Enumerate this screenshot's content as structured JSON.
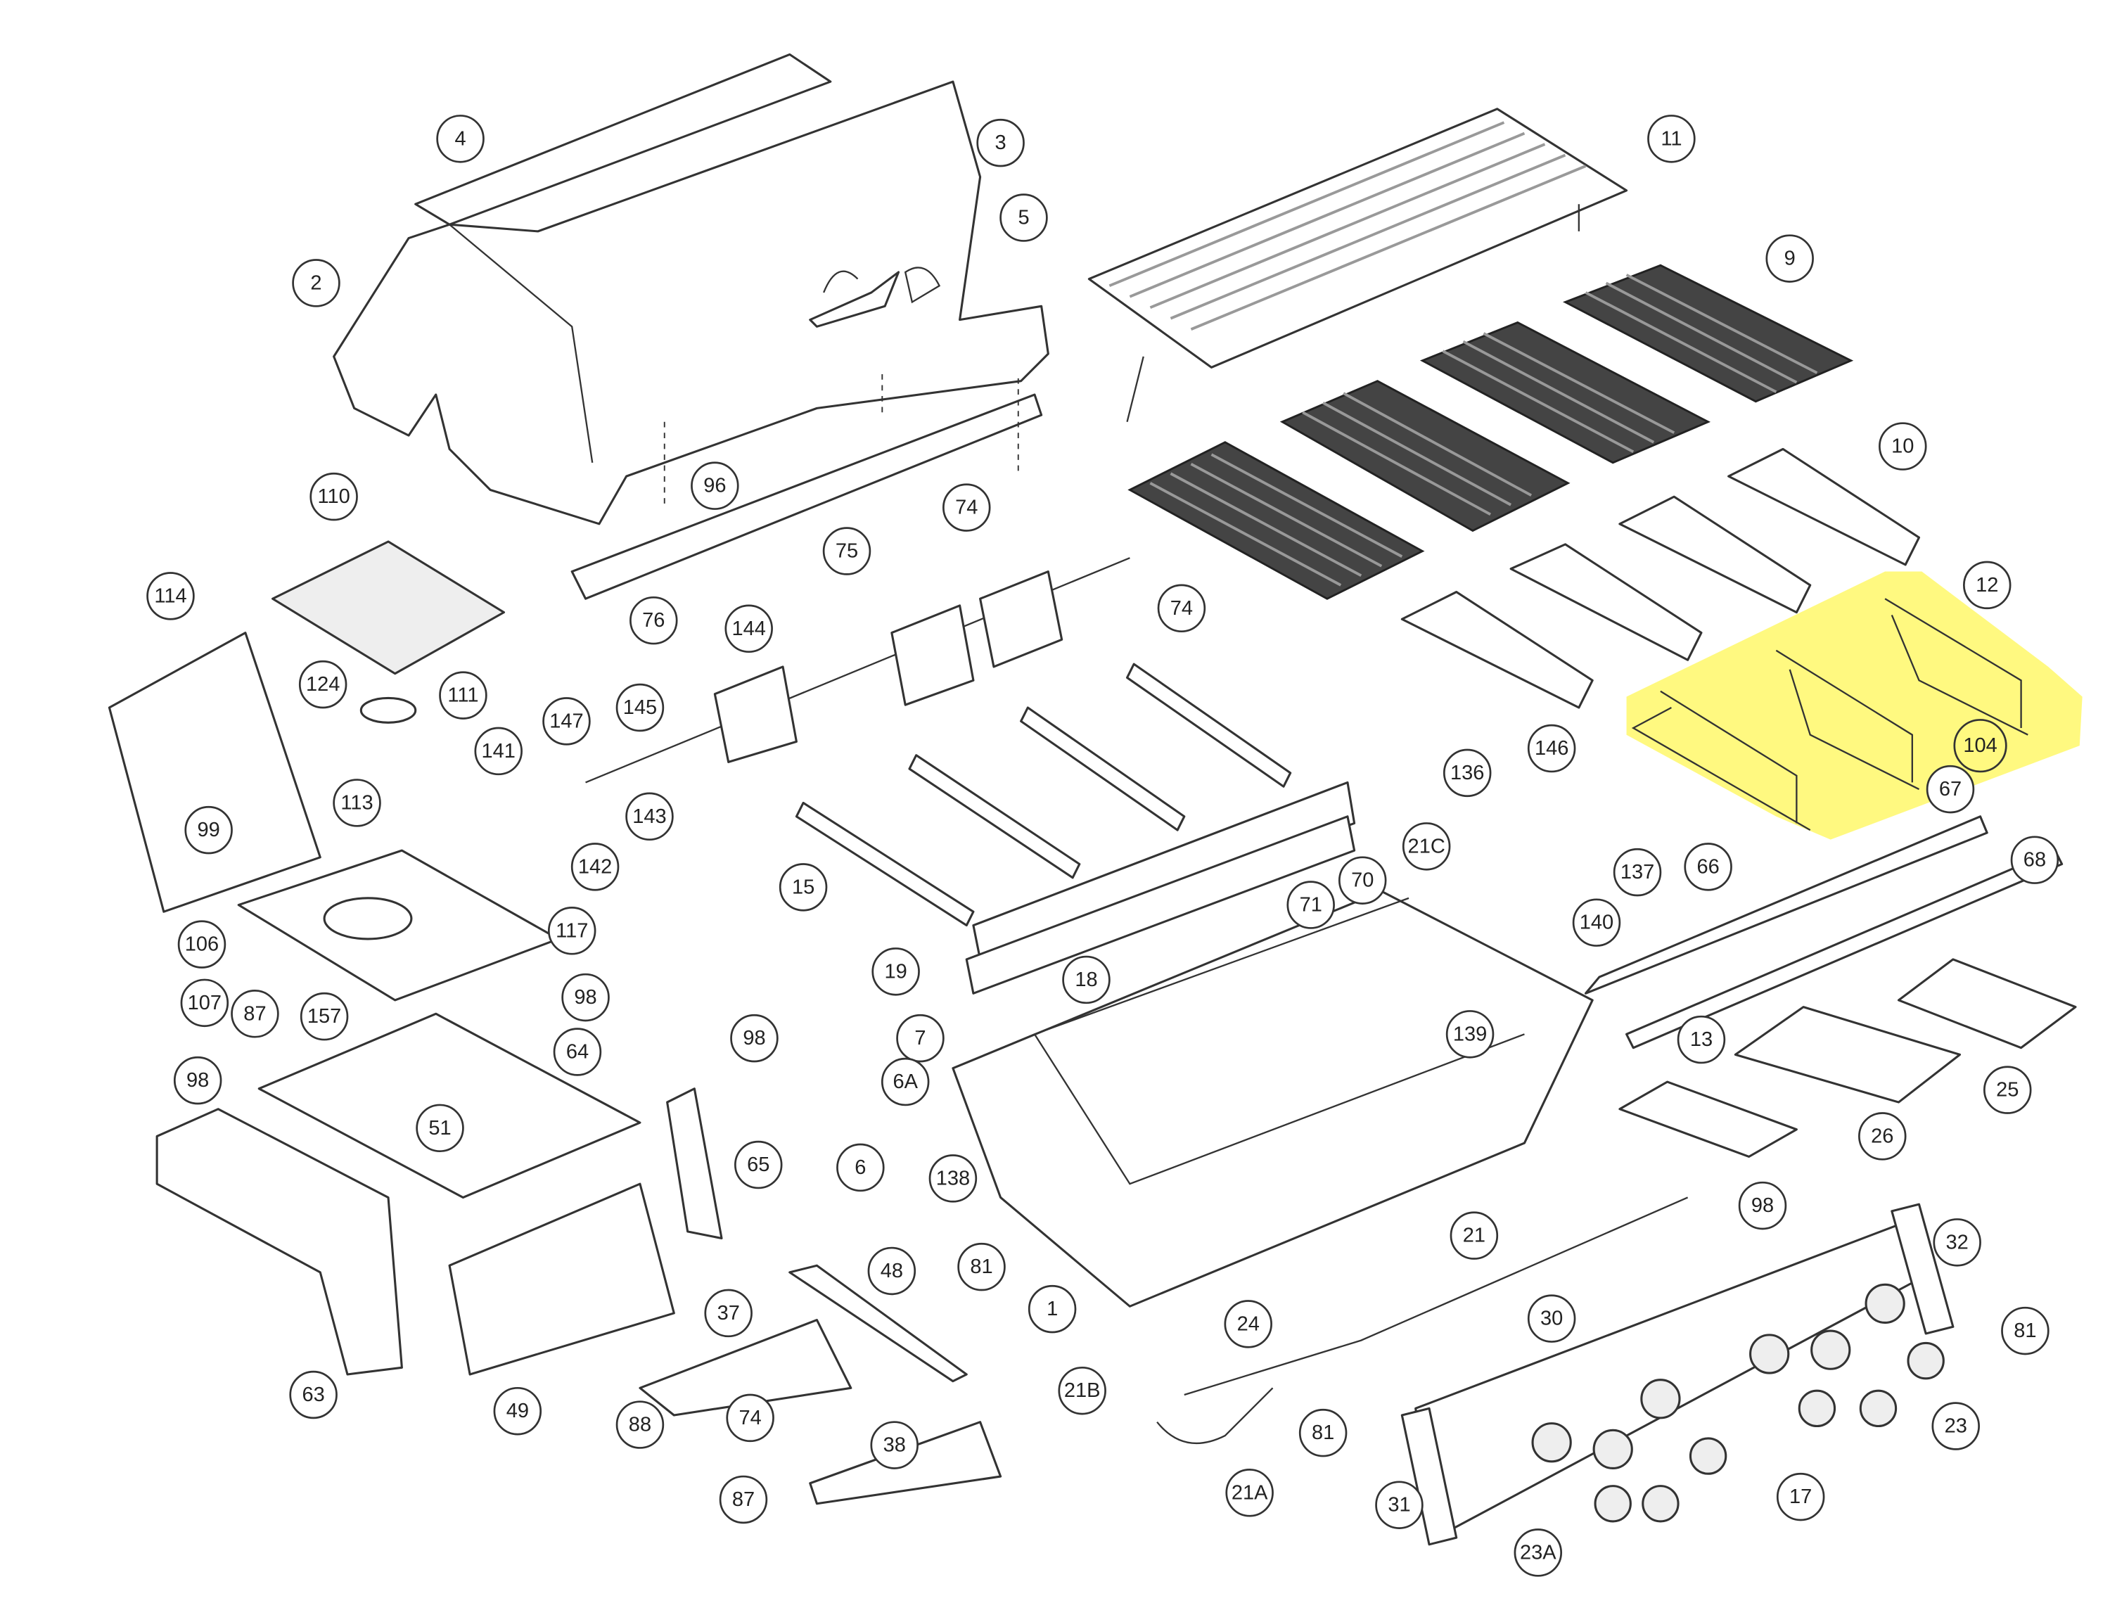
{
  "diagram": {
    "type": "exploded-parts-diagram",
    "highlight_color": "#fff86a",
    "highlighted_parts": [
      "12",
      "104"
    ]
  },
  "callouts": {
    "c4": "4",
    "c3": "3",
    "c5": "5",
    "c2": "2",
    "c11": "11",
    "c9": "9",
    "c10": "10",
    "c12": "12",
    "c104": "104",
    "c96": "96",
    "c74a": "74",
    "c75": "75",
    "c110": "110",
    "c76": "76",
    "c114": "114",
    "c124": "124",
    "c144": "144",
    "c74b": "74",
    "c111": "111",
    "c147": "147",
    "c145": "145",
    "c141": "141",
    "c143": "143",
    "c113": "113",
    "c142": "142",
    "c99": "99",
    "c15": "15",
    "c136": "136",
    "c146": "146",
    "c137": "137",
    "c67": "67",
    "c66": "66",
    "c68": "68",
    "c117": "117",
    "c21C": "21C",
    "c70": "70",
    "c71": "71",
    "c140": "140",
    "c106": "106",
    "c107": "107",
    "c87a": "87",
    "c19": "19",
    "c18": "18",
    "c98a": "98",
    "c157": "157",
    "c64": "64",
    "c7": "7",
    "c139": "139",
    "c13": "13",
    "c25": "25",
    "c98b": "98",
    "c98c": "98",
    "c6A": "6A",
    "c51": "51",
    "c65": "65",
    "c6": "6",
    "c138": "138",
    "c26": "26",
    "c81a": "81",
    "c1": "1",
    "c21": "21",
    "c98d": "98",
    "c32": "32",
    "c48": "48",
    "c37": "37",
    "c24": "24",
    "c30": "30",
    "c81b": "81",
    "c63": "63",
    "c49": "49",
    "c74c": "74",
    "c21B": "21B",
    "c23": "23",
    "c88": "88",
    "c38": "38",
    "c81c": "81",
    "c21A": "21A",
    "c31": "31",
    "c17": "17",
    "c87b": "87",
    "c23A": "23A"
  }
}
